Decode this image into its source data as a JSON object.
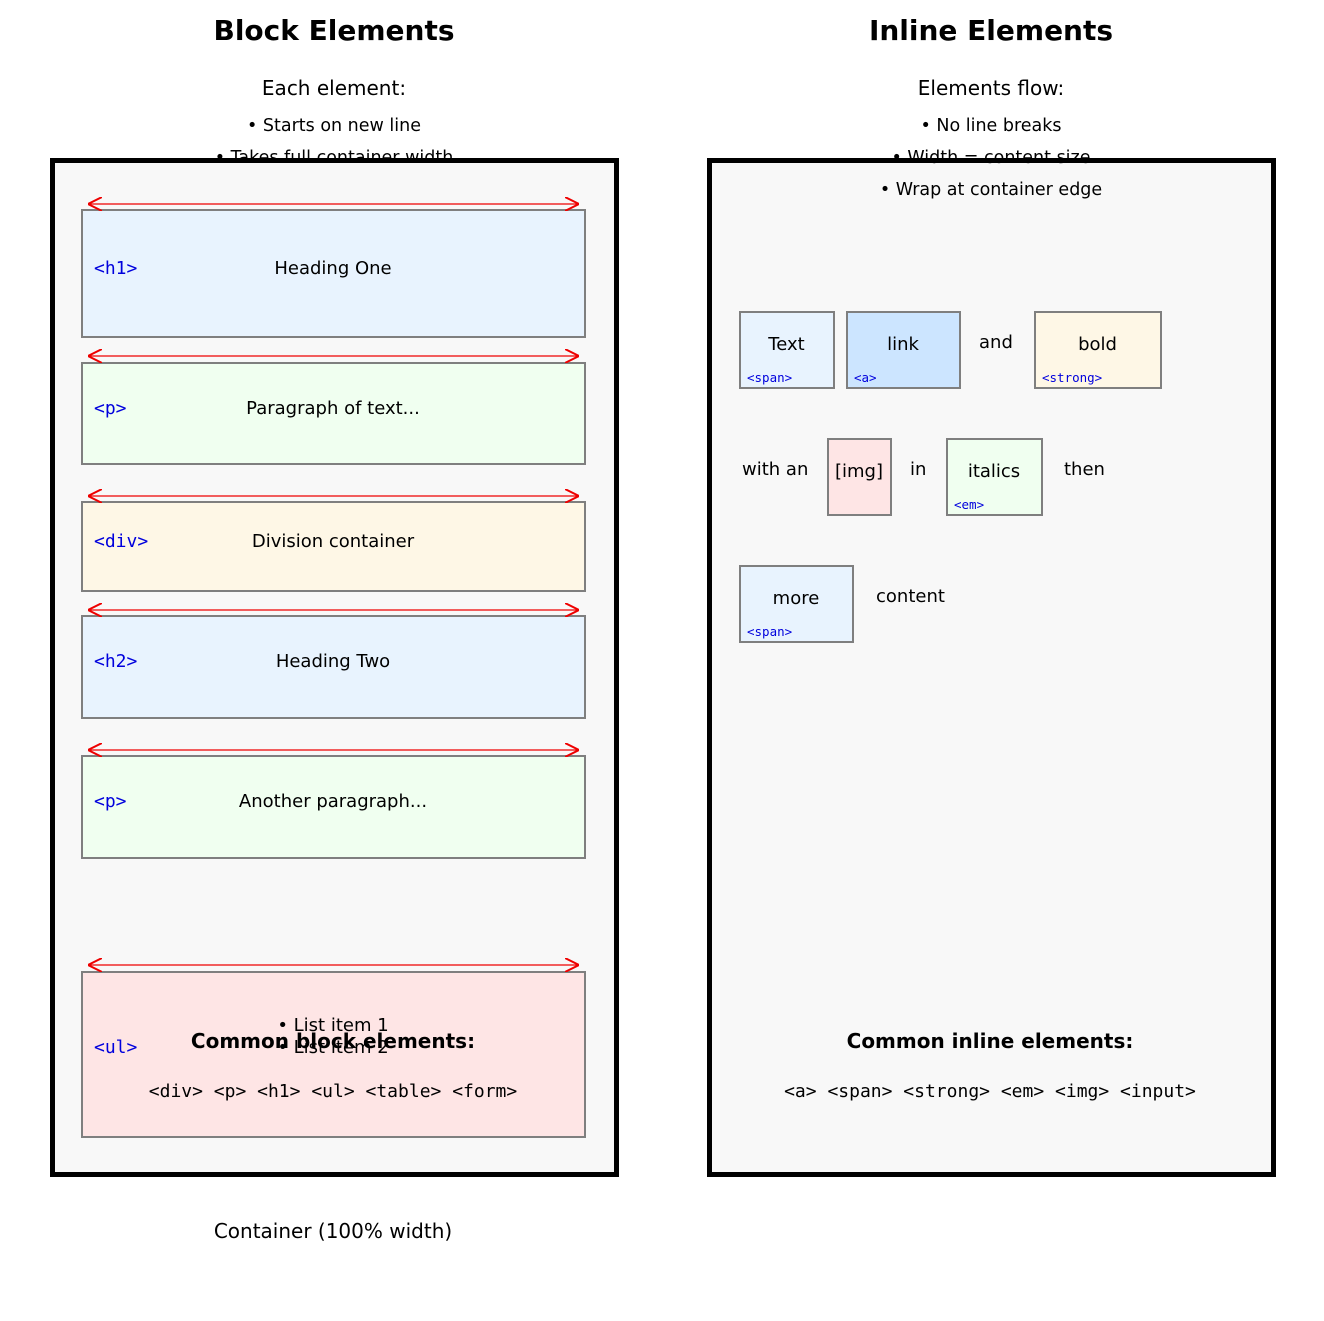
{
  "block_panel": {
    "title": "Block Elements",
    "subtitle": "Each element:",
    "bullets": [
      "• Starts on new line",
      "• Takes full container width"
    ],
    "blocks": [
      {
        "tag": "<h1>",
        "text": "Heading One"
      },
      {
        "tag": "<p>",
        "text": "Paragraph of text..."
      },
      {
        "tag": "<div>",
        "text": "Division container"
      },
      {
        "tag": "<h2>",
        "text": "Heading Two"
      },
      {
        "tag": "<p>",
        "text": "Another paragraph..."
      },
      {
        "tag": "<ul>",
        "items": [
          "• List item 1",
          "• List item 2"
        ]
      }
    ],
    "common_heading": "Common block elements:",
    "common_list": "<div> <p> <h1> <ul> <table> <form>",
    "caption": "Container (100% width)"
  },
  "inline_panel": {
    "title": "Inline Elements",
    "subtitle": "Elements flow:",
    "bullets": [
      "• No line breaks",
      "• Width = content size",
      "• Wrap at container edge"
    ],
    "row1": {
      "text_box": {
        "text": "Text",
        "tag": "<span>"
      },
      "link_box": {
        "text": "link",
        "tag": "<a>"
      },
      "plain_and": "and",
      "bold_box": {
        "text": "bold",
        "tag": "<strong>"
      }
    },
    "row2": {
      "plain_with_an": "with an",
      "img_box": {
        "text": "[img]"
      },
      "plain_in": "in",
      "em_box": {
        "text": "italics",
        "tag": "<em>"
      },
      "plain_then": "then"
    },
    "row3": {
      "more_box": {
        "text": "more",
        "tag": "<span>"
      },
      "plain_content": "content"
    },
    "common_heading": "Common inline elements:",
    "common_list": "<a> <span> <strong> <em> <img> <input>"
  },
  "colors": {
    "container_bg": "#f8f8f8",
    "block_border": "#7f7f7f",
    "tag_color": "#0000dd",
    "arrow_color": "#ee0000",
    "light_blue": "#e8f3fe",
    "link_blue": "#cce5ff",
    "light_green": "#f0fff0",
    "light_yellow": "#fef7e6",
    "light_red": "#fee5e5"
  }
}
